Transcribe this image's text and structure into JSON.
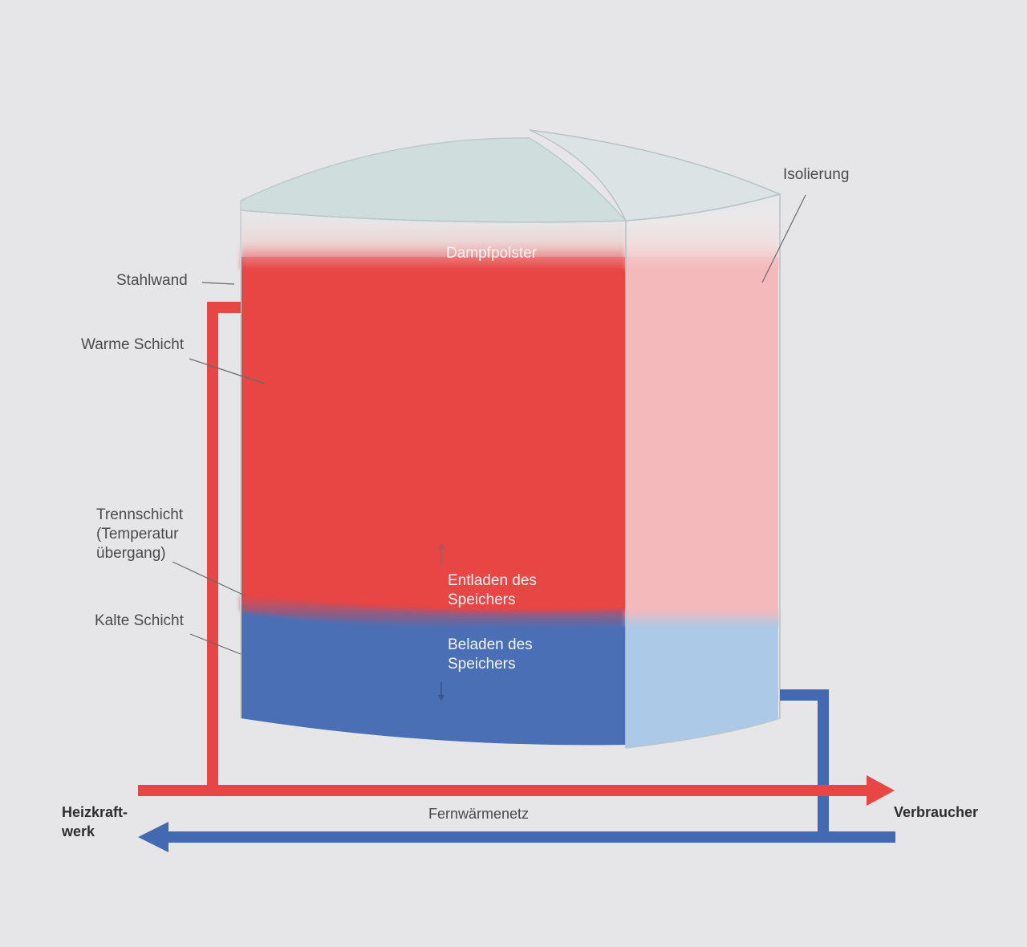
{
  "colors": {
    "background": "#e6e6e9",
    "warm": "#e84545",
    "warm_insulated": "#f3b3b5",
    "cold": "#4a6fb5",
    "cold_insulated": "#a6c5e6",
    "dome": "#cfdedd",
    "hot_pipe": "#e84545",
    "cold_pipe": "#4469b3"
  },
  "labels": {
    "dampfpolster": "Dampfpolster",
    "isolierung": "Isolierung",
    "stahlwand": "Stahlwand",
    "warme_schicht": "Warme Schicht",
    "trennschicht": "Trennschicht\n(Temperatur\nübergang)",
    "kalte_schicht": "Kalte Schicht",
    "entladen": "Entladen des\nSpeichers",
    "beladen": "Beladen des\nSpeichers",
    "heizkraftwerk": "Heizkraft-\nwerk",
    "verbraucher": "Verbraucher",
    "fernwaermenetz": "Fernwärmenetz"
  }
}
